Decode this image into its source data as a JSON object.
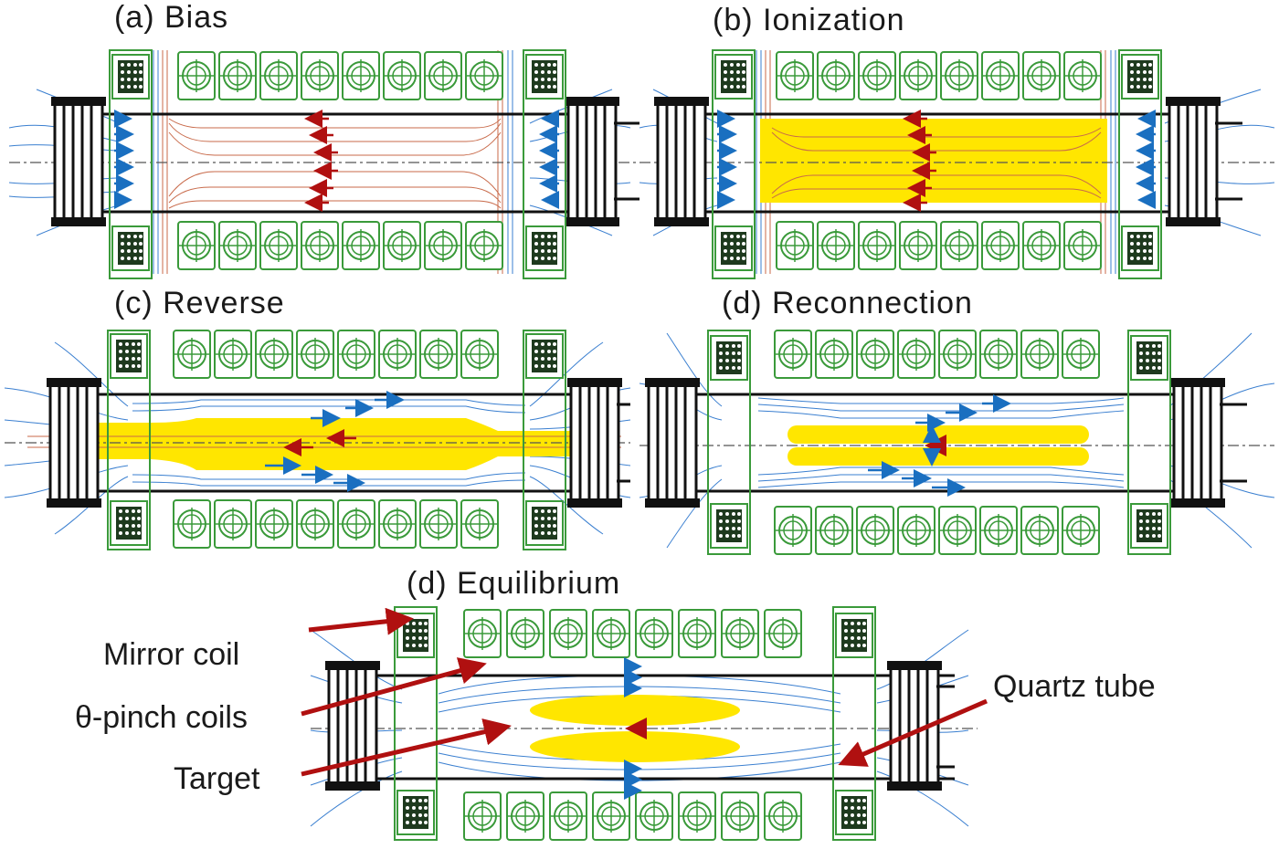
{
  "panels": [
    {
      "id": "a",
      "title": "(a) Bias"
    },
    {
      "id": "b",
      "title": "(b) Ionization"
    },
    {
      "id": "c",
      "title": "(c) Reverse"
    },
    {
      "id": "d",
      "title": "(d) Reconnection"
    },
    {
      "id": "e",
      "title": "(d) Equilibrium"
    }
  ],
  "labels": {
    "mirror_coil": "Mirror coil",
    "theta_pinch": "θ-pinch coils",
    "target": "Target",
    "quartz_tube": "Quartz tube"
  },
  "colors": {
    "coil": "#3a9a3a",
    "coil_fill": "#ffffff",
    "mirror_fill": "#1e3a1e",
    "field_line": "#3a7fd0",
    "field_line_red": "#c86a4a",
    "plasma": "#ffe600",
    "arrow_blue": "#1a6fc0",
    "arrow_red": "#b01010",
    "pointer": "#b01010",
    "tube": "#1a1a1a"
  }
}
